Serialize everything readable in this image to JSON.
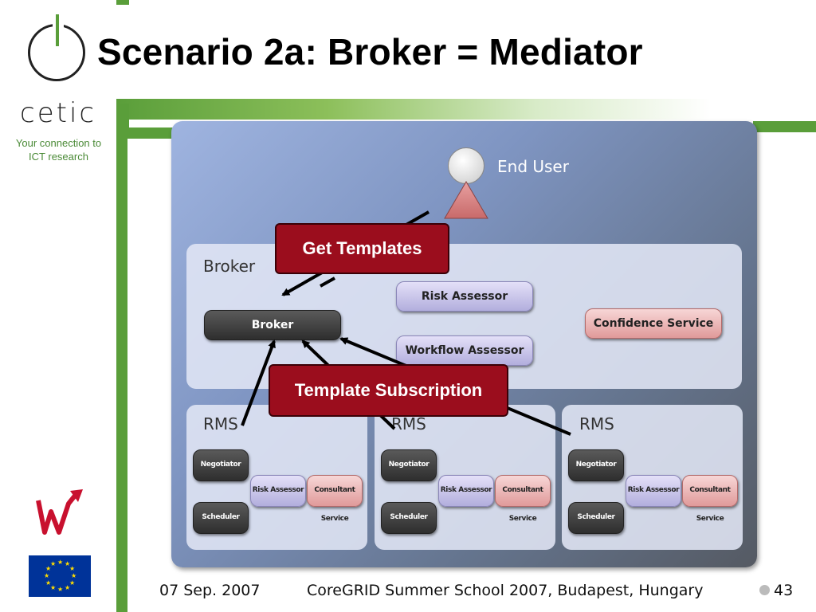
{
  "title": "Scenario 2a: Broker = Mediator",
  "logo": {
    "name": "cetic",
    "tagline_line1": "Your connection to",
    "tagline_line2": "ICT research"
  },
  "diagram": {
    "end_user": "End User",
    "broker_area": {
      "label": "Broker",
      "components": {
        "broker": "Broker",
        "risk_assessor": "Risk Assessor",
        "workflow_assessor": "Workflow Assessor",
        "confidence_service": "Confidence Service"
      }
    },
    "rms": [
      {
        "label": "RMS",
        "negotiator": "Negotiator",
        "scheduler": "Scheduler",
        "risk_assessor": "Risk Assessor",
        "consultant_service": "Consultant Service"
      },
      {
        "label": "RMS",
        "negotiator": "Negotiator",
        "scheduler": "Scheduler",
        "risk_assessor": "Risk Assessor",
        "consultant_service": "Consultant Service"
      },
      {
        "label": "RMS",
        "negotiator": "Negotiator",
        "scheduler": "Scheduler",
        "risk_assessor": "Risk Assessor",
        "consultant_service": "Consultant Service"
      }
    ],
    "callouts": {
      "get_templates": "Get Templates",
      "template_subscription": "Template Subscription"
    }
  },
  "footer": {
    "date": "07 Sep. 2007",
    "event": "CoreGRID Summer School 2007, Budapest, Hungary",
    "page": "43"
  },
  "colors": {
    "accent_green": "#5a9e3a",
    "callout_red": "#9b0d1d"
  }
}
